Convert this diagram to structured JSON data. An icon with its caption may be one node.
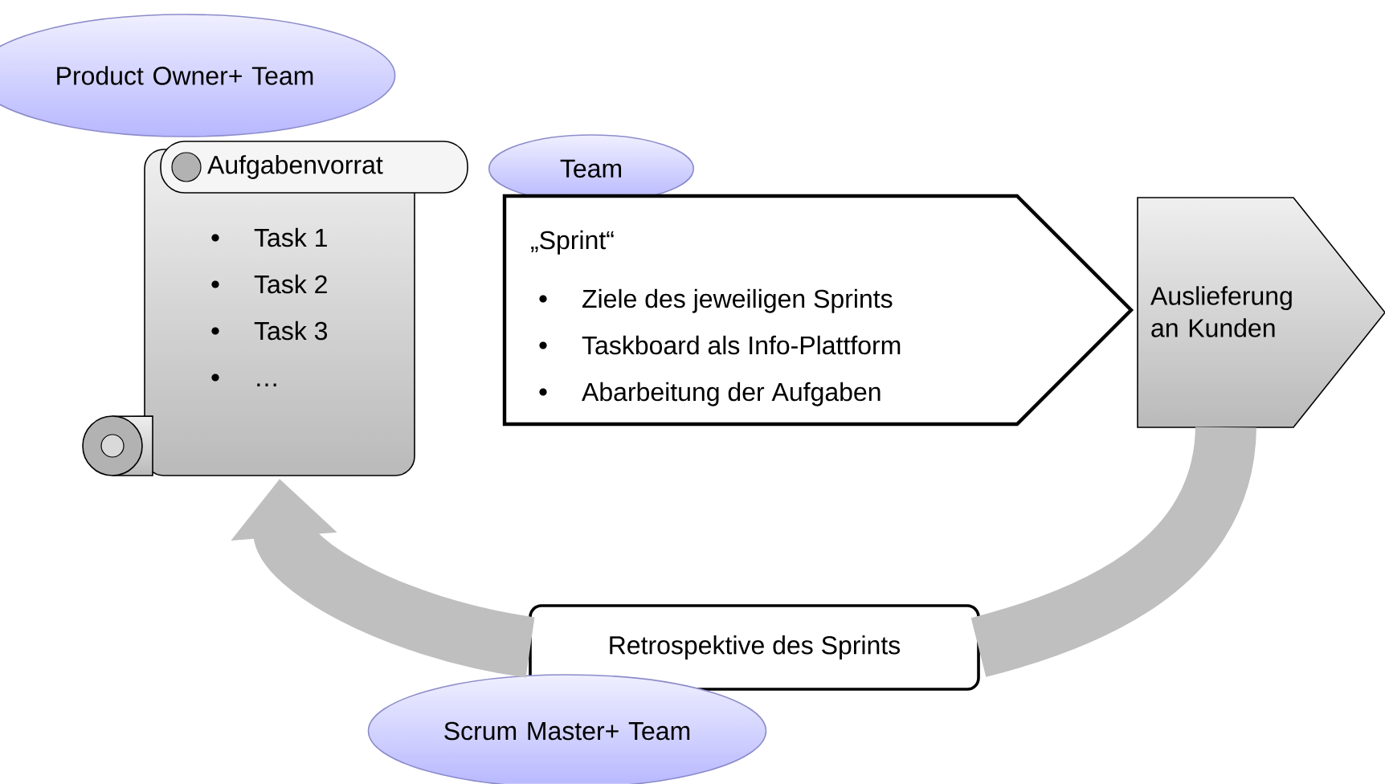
{
  "diagram": {
    "nodes": [
      {
        "text": [
          "Product Owner+ Team"
        ]
      },
      {
        "text": [
          "Aufgabenvorrat",
          "Task 1",
          "Task 2",
          "Task 3",
          "…"
        ]
      },
      {
        "text": [
          "Team"
        ]
      },
      {
        "text": [
          "„Sprint“",
          "Ziele des jeweiligen Sprints",
          "Taskboard als Info-Plattform",
          "Abarbeitung der Aufgaben"
        ]
      },
      {
        "text": [
          "Auslieferung an Kunden"
        ]
      },
      {
        "text": [
          "Retrospektive des Sprints"
        ]
      },
      {
        "text": [
          "Scrum Master+ Team"
        ]
      }
    ],
    "edges": [
      {
        "from": 4,
        "to": 5,
        "arrow": "none"
      },
      {
        "from": 5,
        "to": 1,
        "arrow": "to"
      }
    ]
  }
}
